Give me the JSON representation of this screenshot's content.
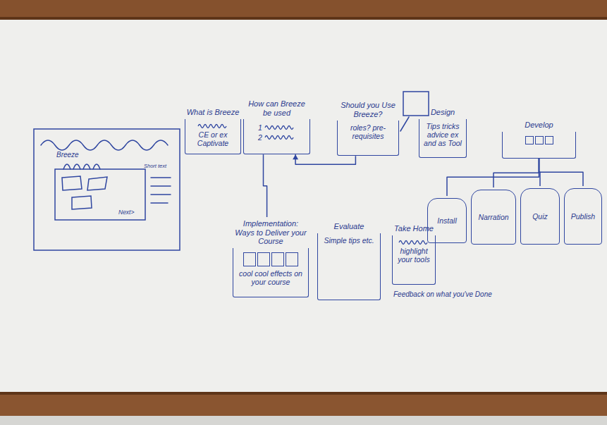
{
  "diagram": {
    "nodes": [
      {
        "text": [
          "What is Breeze",
          "CE or ex Captivate"
        ]
      },
      {
        "text": [
          "How can Breeze be used",
          "1",
          "2"
        ]
      },
      {
        "text": [
          "Should you Use Breeze?",
          "roles? pre-requisites"
        ]
      },
      {
        "text": [
          "Design",
          "Tips tricks advice ex and as Tool"
        ]
      },
      {
        "text": [
          "Develop"
        ]
      },
      {
        "text": [
          "Install"
        ]
      },
      {
        "text": [
          "Narration"
        ]
      },
      {
        "text": [
          "Quiz"
        ]
      },
      {
        "text": [
          "Publish"
        ]
      },
      {
        "text": [
          "Implementation: Ways to Deliver your Course",
          "cool cool effects on your course"
        ]
      },
      {
        "text": [
          "Evaluate",
          "Simple tips etc."
        ]
      },
      {
        "text": [
          "Take Home",
          "highlight your tools"
        ]
      }
    ],
    "edges": [
      {
        "from": 2,
        "to": 1,
        "arrow": "to"
      },
      {
        "from": 9,
        "to": 1,
        "arrow": "none"
      },
      {
        "from": 4,
        "to": 5,
        "arrow": "none"
      },
      {
        "from": 4,
        "to": 6,
        "arrow": "none"
      },
      {
        "from": 4,
        "to": 7,
        "arrow": "none"
      },
      {
        "from": 4,
        "to": 8,
        "arrow": "none"
      }
    ],
    "labels": [
      "Breeze",
      "Short text",
      "Next>",
      "Feedback on what you've Done"
    ]
  }
}
